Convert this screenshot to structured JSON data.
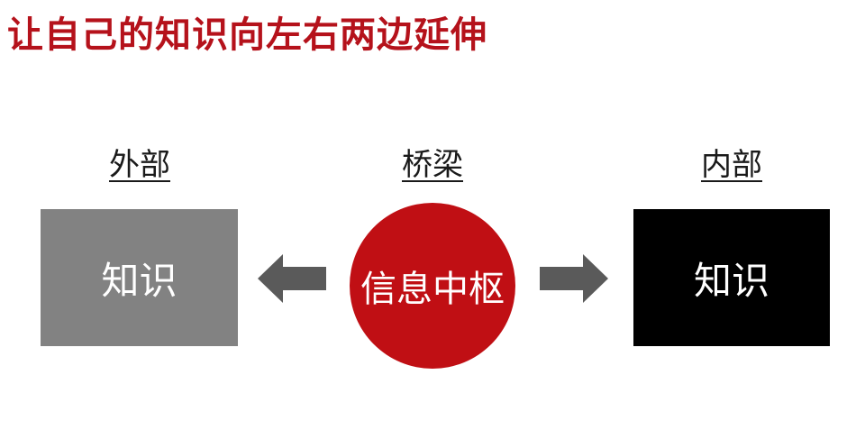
{
  "title": "让自己的知识向左右两边延伸",
  "columns": {
    "left": {
      "heading": "外部",
      "box_text": "知识"
    },
    "center": {
      "heading": "桥梁",
      "hub_text": "信息中枢"
    },
    "right": {
      "heading": "内部",
      "box_text": "知识"
    }
  },
  "arrows": [
    {
      "direction": "left",
      "icon": "arrow-left-icon"
    },
    {
      "direction": "right",
      "icon": "arrow-right-icon"
    }
  ],
  "colors": {
    "title": "#b5121b",
    "left_box": "#828282",
    "right_box": "#000000",
    "hub": "#c00f14",
    "arrow": "#5a5a5a"
  }
}
